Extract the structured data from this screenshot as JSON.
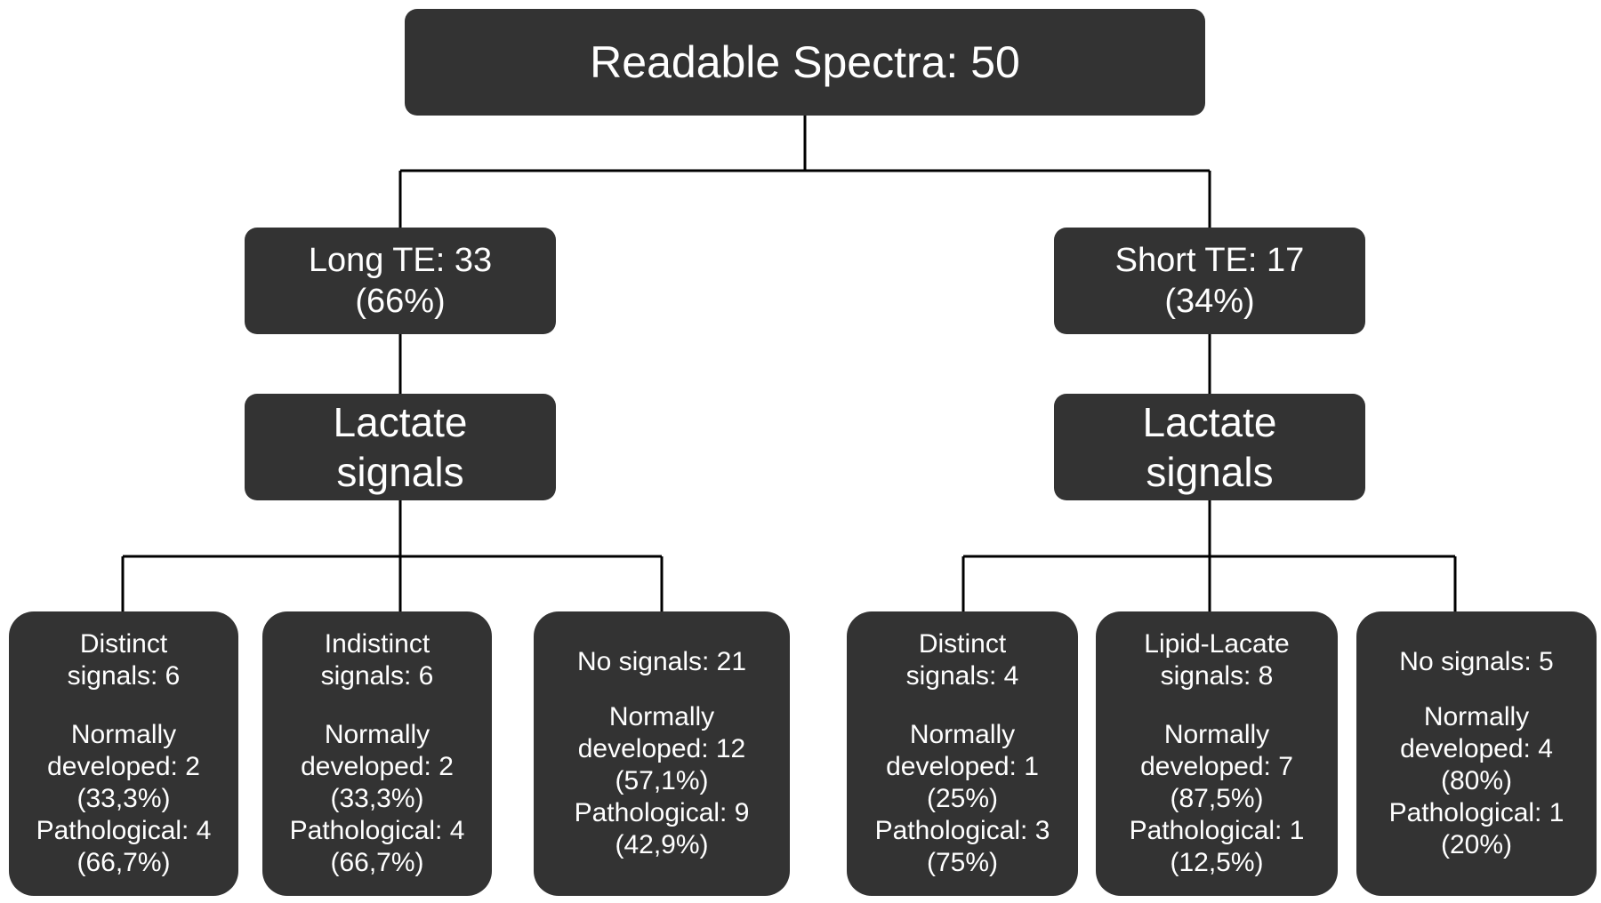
{
  "root": {
    "label": "Readable Spectra: 50"
  },
  "branches": [
    {
      "te": {
        "line1": "Long TE: 33",
        "line2": "(66%)"
      },
      "lactate": {
        "line1": "Lactate",
        "line2": "signals"
      },
      "leaves": [
        {
          "title1": "Distinct",
          "title2": "signals: 6",
          "normal1": "Normally",
          "normal2": "developed: 2",
          "normal_pct": "(33,3%)",
          "path": "Pathological: 4",
          "path_pct": "(66,7%)"
        },
        {
          "title1": "Indistinct",
          "title2": "signals: 6",
          "normal1": "Normally",
          "normal2": "developed: 2",
          "normal_pct": "(33,3%)",
          "path": "Pathological: 4",
          "path_pct": "(66,7%)"
        },
        {
          "title1": "No signals: 21",
          "normal1": "Normally",
          "normal2": "developed: 12",
          "normal_pct": "(57,1%)",
          "path": "Pathological: 9",
          "path_pct": "(42,9%)"
        }
      ]
    },
    {
      "te": {
        "line1": "Short TE: 17",
        "line2": "(34%)"
      },
      "lactate": {
        "line1": "Lactate",
        "line2": "signals"
      },
      "leaves": [
        {
          "title1": "Distinct",
          "title2": "signals: 4",
          "normal1": "Normally",
          "normal2": "developed: 1",
          "normal_pct": "(25%)",
          "path": "Pathological: 3",
          "path_pct": "(75%)"
        },
        {
          "title1": "Lipid-Lacate",
          "title2": "signals: 8",
          "normal1": "Normally",
          "normal2": "developed: 7",
          "normal_pct": "(87,5%)",
          "path": "Pathological: 1",
          "path_pct": "(12,5%)"
        },
        {
          "title1": "No signals: 5",
          "normal1": "Normally",
          "normal2": "developed: 4",
          "normal_pct": "(80%)",
          "path": "Pathological: 1",
          "path_pct": "(20%)"
        }
      ]
    }
  ],
  "colors": {
    "box": "#333333",
    "text": "#ffffff",
    "connector": "#000000",
    "background": "#ffffff"
  }
}
